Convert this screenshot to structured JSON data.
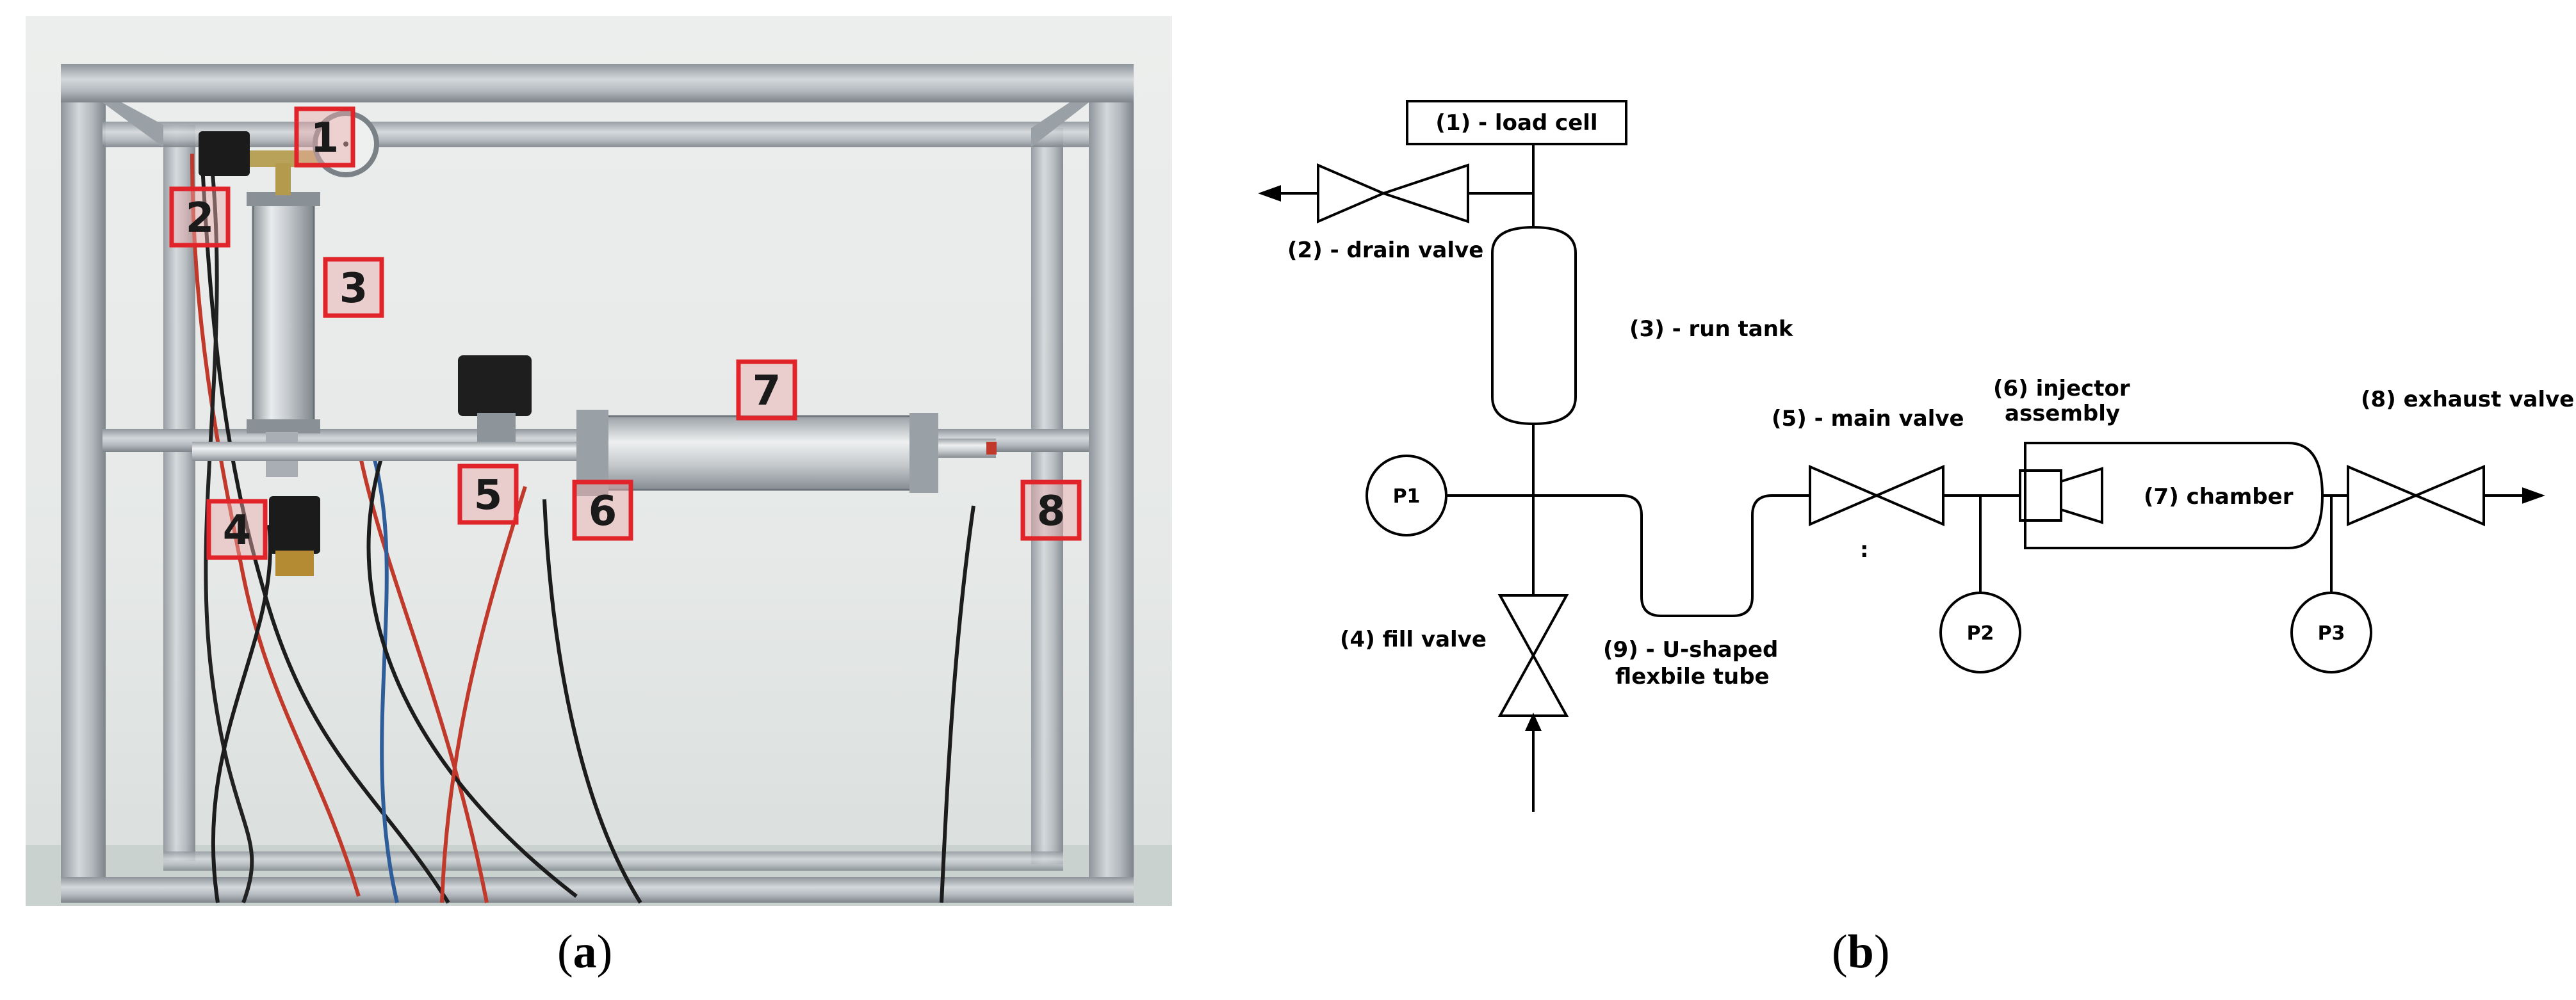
{
  "photo": {
    "markers": [
      "1",
      "2",
      "3",
      "4",
      "5",
      "6",
      "7",
      "8"
    ]
  },
  "captions": {
    "a_letter": "a",
    "b_letter": "b"
  },
  "schematic": {
    "load_cell": "(1) - load cell",
    "drain_valve": "(2) - drain valve",
    "run_tank": "(3) - run tank",
    "fill_valve": "(4) fill valve",
    "main_valve": "(5) - main valve",
    "injector_line1": "(6) injector",
    "injector_line2": "assembly",
    "chamber": "(7) chamber",
    "exhaust_valve": "(8) exhaust valve",
    "tube_line1": "(9) - U-shaped",
    "tube_line2": "flexbile tube",
    "p1": "P1",
    "p2": "P2",
    "p3": "P3",
    "colon_mark": ":"
  },
  "colors": {
    "marker_red": "#e0242a",
    "frame_aluminium": "#aeb4ba",
    "line": "#000000"
  }
}
